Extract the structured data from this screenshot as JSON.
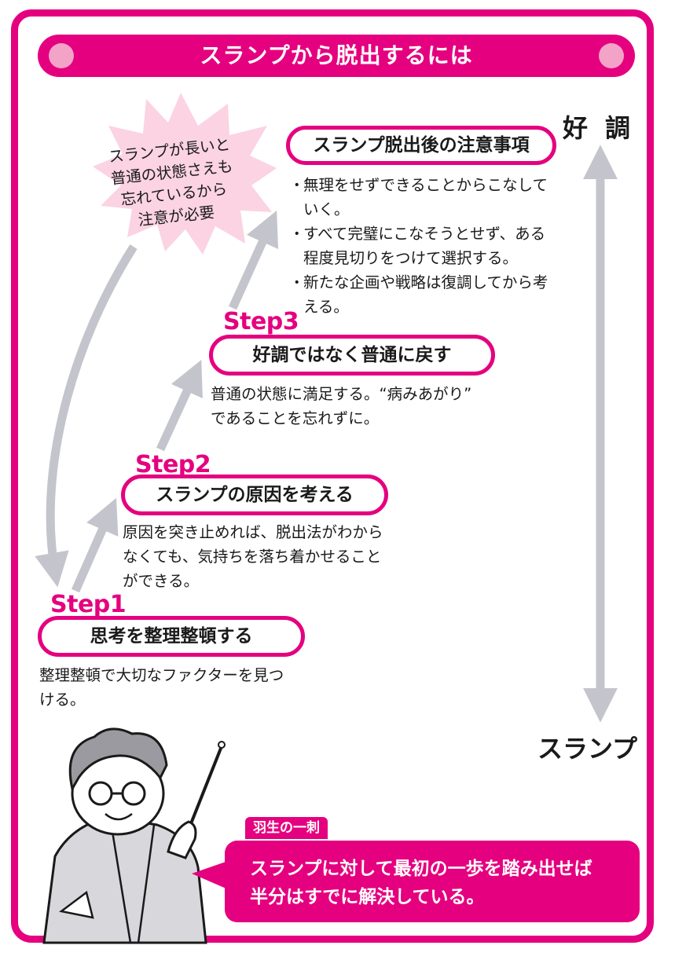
{
  "title": "スランプから脱出するには",
  "axis": {
    "top": "好調",
    "bottom": "スランプ"
  },
  "burst": {
    "lines": [
      "スランプが長いと",
      "普通の状態さえも",
      "忘れているから",
      "注意が必要"
    ]
  },
  "step3": {
    "label": "Step3",
    "heading": "好調ではなく普通に戻す",
    "desc_lines": [
      "普通の状態に満足する。“病みあがり”",
      "であることを忘れずに。"
    ]
  },
  "step2": {
    "label": "Step2",
    "heading": "スランプの原因を考える",
    "desc_lines": [
      "原因を突き止めれば、脱出法がわから",
      "なくても、気持ちを落ち着かせること",
      "ができる。"
    ]
  },
  "step1": {
    "label": "Step1",
    "heading": "思考を整理整頓する",
    "desc_lines": [
      "整理整頓で大切なファクターを見つ",
      "ける。"
    ]
  },
  "after": {
    "heading": "スランプ脱出後の注意事項",
    "bullets": [
      [
        "無理をせずできることからこなして",
        "いく。"
      ],
      [
        "すべて完璧にこなそうとせず、ある",
        "程度見切りをつけて選択する。"
      ],
      [
        "新たな企画や戦略は復調してから考",
        "える。"
      ]
    ]
  },
  "callout": {
    "tag": "羽生の一刺",
    "lines": [
      "スランプに対して最初の一歩を踏み出せば",
      "半分はすでに解決している。"
    ]
  },
  "colors": {
    "accent": "#e5007f",
    "accent_light": "#f3a3c8",
    "arrow": "#c4c4cc",
    "burst": "#fbd3e3"
  },
  "icons": [
    "teacher-illustration",
    "pointer-stick",
    "starburst"
  ]
}
